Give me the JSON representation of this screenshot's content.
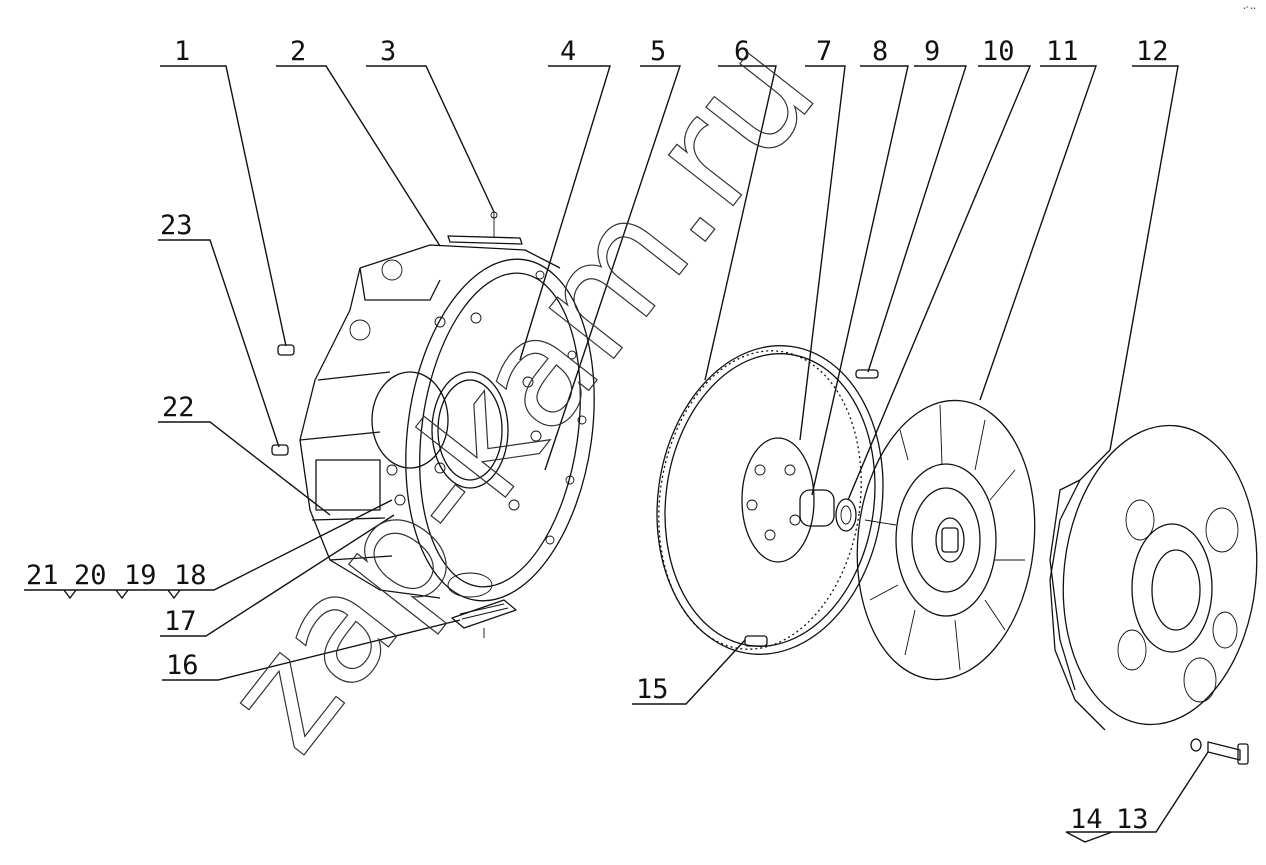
{
  "watermark": "zap-kam.ru",
  "corner_mark": "•° ••",
  "callouts": [
    {
      "id": "1",
      "text": "1"
    },
    {
      "id": "2",
      "text": "2"
    },
    {
      "id": "3",
      "text": "3"
    },
    {
      "id": "4",
      "text": "4"
    },
    {
      "id": "5",
      "text": "5"
    },
    {
      "id": "6",
      "text": "6"
    },
    {
      "id": "7",
      "text": "7"
    },
    {
      "id": "8",
      "text": "8"
    },
    {
      "id": "9",
      "text": "9"
    },
    {
      "id": "10",
      "text": "10"
    },
    {
      "id": "11",
      "text": "11"
    },
    {
      "id": "12",
      "text": "12"
    },
    {
      "id": "13",
      "text": "13"
    },
    {
      "id": "14",
      "text": "14"
    },
    {
      "id": "15",
      "text": "15"
    },
    {
      "id": "16",
      "text": "16"
    },
    {
      "id": "17",
      "text": "17"
    },
    {
      "id": "18",
      "text": "18"
    },
    {
      "id": "19",
      "text": "19"
    },
    {
      "id": "20",
      "text": "20"
    },
    {
      "id": "21",
      "text": "21"
    },
    {
      "id": "22",
      "text": "22"
    },
    {
      "id": "23",
      "text": "23"
    }
  ]
}
